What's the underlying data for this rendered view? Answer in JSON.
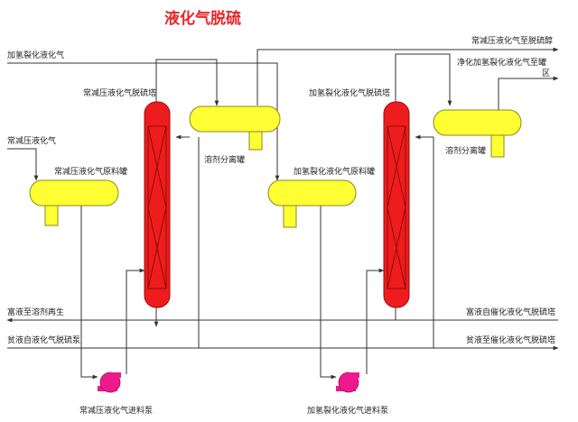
{
  "title": "液化气脱硫",
  "streams": {
    "hydrocracking_lpg_in": "加氢裂化液化气",
    "atm_vac_lpg_in": "常减压液化气",
    "atm_vac_to_sweetening": "常减压液化气至脱硫醇",
    "purified_hc_lpg_out_1": "净化加氢裂化液化气至罐",
    "purified_hc_lpg_out_2": "区",
    "rich_to_regen": "富液至溶剂再生",
    "lean_from_lpg_desulf": "贫液自液化气脱硫泵",
    "rich_from_fcc_desulf": "富液自催化液化气脱硫塔",
    "lean_to_fcc_desulf": "贫液至催化液化气脱硫塔"
  },
  "equipment": {
    "tower1": "常减压液化气脱硫塔",
    "tower2": "加氢裂化液化气脱硫塔",
    "sep1": "溶剂分离罐",
    "sep2": "溶剂分离罐",
    "feed1": "常减压液化气原料罐",
    "feed2": "加氢裂化液化气原料罐",
    "pump1": "常减压液化气进料泵",
    "pump2": "加氢裂化液化气进料泵"
  },
  "colors": {
    "title": "#e8262a",
    "tower_fill": "#ee1c1c",
    "tower_stroke": "#9b0b0b",
    "vessel_fill": "#ffff33",
    "vessel_stroke": "#8a8a20",
    "pump_fill": "#ee1a8c",
    "line": "#333333"
  }
}
